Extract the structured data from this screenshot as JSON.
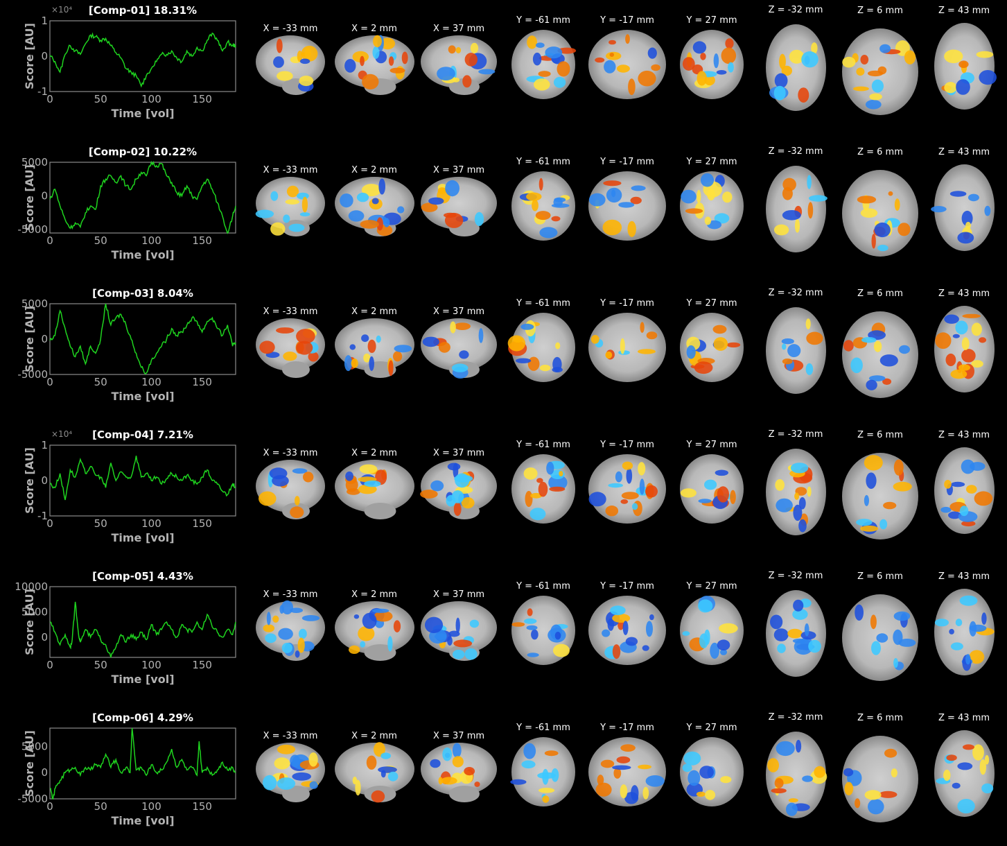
{
  "colors": {
    "background": "#000000",
    "timeseries_line": "#1fd41f",
    "axes": "#8c8c8c",
    "axis_text": "#b3b3b3",
    "activation_positive": [
      "#e6460a",
      "#f07800",
      "#ffb400",
      "#ffe23c"
    ],
    "activation_negative": [
      "#1e50dc",
      "#2e86f0",
      "#3cc8ff"
    ],
    "brain_gray": "#b8b8b8"
  },
  "axis_labels": {
    "ylabel": "Score [AU]",
    "xlabel": "Time [vol]"
  },
  "slice_labels": [
    "X = -33 mm",
    "X = 2 mm",
    "X = 37 mm",
    "Y = -61 mm",
    "Y = -17 mm",
    "Y = 27 mm",
    "Z = -32 mm",
    "Z = 6 mm",
    "Z = 43 mm"
  ],
  "slice_views": [
    "sagittal",
    "sagittal",
    "sagittal",
    "coronal",
    "coronal",
    "coronal",
    "axial",
    "axial",
    "axial"
  ],
  "chart_data": [
    {
      "type": "line",
      "title": "[Comp-01] 18.31%",
      "xlabel": "Time [vol]",
      "ylabel": "Score [AU]",
      "exponent_label": "×10⁴",
      "xlim": [
        0,
        183
      ],
      "ylim": [
        -1,
        1
      ],
      "xticks": [
        "0",
        "50",
        "100",
        "150"
      ],
      "yticks": [
        "-1",
        "0",
        "1"
      ],
      "series": [
        {
          "x": [
            0,
            5,
            10,
            15,
            20,
            25,
            30,
            35,
            40,
            45,
            50,
            55,
            60,
            65,
            70,
            75,
            80,
            85,
            90,
            95,
            100,
            105,
            110,
            115,
            120,
            125,
            130,
            135,
            140,
            145,
            150,
            155,
            160,
            165,
            170,
            175,
            180,
            183
          ],
          "y": [
            0.02,
            -0.15,
            -0.45,
            0.05,
            0.3,
            0.15,
            0.05,
            0.35,
            0.6,
            0.55,
            0.45,
            0.5,
            0.3,
            0.1,
            -0.05,
            -0.35,
            -0.45,
            -0.55,
            -0.85,
            -0.55,
            -0.35,
            -0.15,
            0.05,
            0.05,
            0.15,
            -0.05,
            -0.15,
            0.15,
            0.0,
            0.25,
            0.15,
            0.45,
            0.65,
            0.45,
            0.15,
            0.4,
            0.3,
            0.3
          ]
        }
      ]
    },
    {
      "type": "line",
      "title": "[Comp-02] 10.22%",
      "xlabel": "Time [vol]",
      "ylabel": "Score [AU]",
      "xlim": [
        0,
        183
      ],
      "ylim": [
        -5500,
        5000
      ],
      "xticks": [
        "0",
        "50",
        "100",
        "150"
      ],
      "yticks": [
        "-5000",
        "0",
        "5000"
      ],
      "series": [
        {
          "x": [
            0,
            5,
            10,
            15,
            20,
            25,
            30,
            35,
            40,
            45,
            50,
            55,
            60,
            65,
            70,
            75,
            80,
            85,
            90,
            95,
            100,
            105,
            110,
            115,
            120,
            125,
            130,
            135,
            140,
            145,
            150,
            155,
            160,
            165,
            170,
            175,
            180,
            183
          ],
          "y": [
            -500,
            1000,
            -1500,
            -3500,
            -4800,
            -4000,
            -4600,
            -2500,
            -1500,
            -2000,
            1500,
            2500,
            3000,
            2000,
            3000,
            1500,
            1000,
            2500,
            3500,
            3000,
            5000,
            4500,
            4800,
            3000,
            2000,
            500,
            0,
            1500,
            0,
            -500,
            1500,
            2500,
            1000,
            -1000,
            -3000,
            -5500,
            -3000,
            -1500
          ]
        }
      ]
    },
    {
      "type": "line",
      "title": "[Comp-03] 8.04%",
      "xlabel": "Time [vol]",
      "ylabel": "Score [AU]",
      "xlim": [
        0,
        183
      ],
      "ylim": [
        -5000,
        5000
      ],
      "xticks": [
        "0",
        "50",
        "100",
        "150"
      ],
      "yticks": [
        "-5000",
        "0",
        "5000"
      ],
      "series": [
        {
          "x": [
            0,
            5,
            10,
            15,
            20,
            25,
            30,
            35,
            40,
            45,
            50,
            55,
            60,
            65,
            70,
            75,
            80,
            85,
            90,
            95,
            100,
            105,
            110,
            115,
            120,
            125,
            130,
            135,
            140,
            145,
            150,
            155,
            160,
            165,
            170,
            175,
            180,
            183
          ],
          "y": [
            -200,
            500,
            4000,
            1500,
            -1000,
            -2500,
            -1000,
            -3500,
            -1000,
            -2000,
            0,
            5000,
            2000,
            3000,
            3500,
            2000,
            0,
            -2000,
            -4000,
            -4800,
            -3000,
            -2000,
            -1000,
            0,
            1500,
            500,
            1000,
            2000,
            3000,
            2500,
            1000,
            2500,
            3000,
            1500,
            500,
            2000,
            -1000,
            -500
          ]
        }
      ]
    },
    {
      "type": "line",
      "title": "[Comp-04] 7.21%",
      "xlabel": "Time [vol]",
      "ylabel": "Score [AU]",
      "exponent_label": "×10⁴",
      "xlim": [
        0,
        183
      ],
      "ylim": [
        -1,
        1
      ],
      "xticks": [
        "0",
        "50",
        "100",
        "150"
      ],
      "yticks": [
        "-1",
        "0",
        "1"
      ],
      "series": [
        {
          "x": [
            0,
            5,
            10,
            15,
            20,
            25,
            30,
            35,
            40,
            45,
            50,
            55,
            60,
            65,
            70,
            75,
            80,
            85,
            90,
            95,
            100,
            105,
            110,
            115,
            120,
            125,
            130,
            135,
            140,
            145,
            150,
            155,
            160,
            165,
            170,
            175,
            180,
            183
          ],
          "y": [
            -0.1,
            -0.2,
            0.2,
            -0.55,
            0.3,
            0.1,
            0.6,
            0.2,
            0.4,
            0.15,
            0.1,
            -0.2,
            0.5,
            0.0,
            0.25,
            0.1,
            0.1,
            0.7,
            0.1,
            0.2,
            0.0,
            0.1,
            -0.1,
            0.05,
            0.2,
            0.1,
            0.0,
            0.15,
            0.0,
            -0.1,
            0.1,
            0.3,
            0.0,
            -0.1,
            -0.3,
            -0.4,
            -0.1,
            -0.2
          ]
        }
      ]
    },
    {
      "type": "line",
      "title": "[Comp-05] 4.43%",
      "xlabel": "Time [vol]",
      "ylabel": "Score [AU]",
      "xlim": [
        0,
        183
      ],
      "ylim": [
        -4000,
        10000
      ],
      "xticks": [
        "0",
        "50",
        "100",
        "150"
      ],
      "yticks": [
        "0",
        "5000",
        "10000"
      ],
      "series": [
        {
          "x": [
            0,
            5,
            10,
            15,
            20,
            22,
            25,
            28,
            30,
            35,
            40,
            45,
            50,
            55,
            60,
            65,
            70,
            75,
            80,
            85,
            90,
            95,
            100,
            105,
            110,
            115,
            120,
            125,
            130,
            135,
            140,
            145,
            150,
            155,
            160,
            165,
            170,
            175,
            180,
            183
          ],
          "y": [
            3000,
            1000,
            -1500,
            500,
            -2000,
            -500,
            7000,
            1000,
            -1000,
            1500,
            0,
            1500,
            -500,
            -1500,
            -4000,
            -2000,
            500,
            -1000,
            500,
            -500,
            1000,
            -500,
            2500,
            500,
            1500,
            3000,
            1500,
            0,
            2500,
            1500,
            1000,
            3000,
            1500,
            4500,
            2000,
            1000,
            0,
            1500,
            500,
            3000
          ]
        }
      ]
    },
    {
      "type": "line",
      "title": "[Comp-06] 4.29%",
      "xlabel": "Time [vol]",
      "ylabel": "Score [AU]",
      "xlim": [
        0,
        183
      ],
      "ylim": [
        -5000,
        8500
      ],
      "xticks": [
        "0",
        "50",
        "100",
        "150"
      ],
      "yticks": [
        "-5000",
        "0",
        "5000"
      ],
      "series": [
        {
          "x": [
            0,
            3,
            6,
            10,
            15,
            20,
            25,
            30,
            35,
            40,
            45,
            50,
            55,
            60,
            65,
            70,
            75,
            79,
            81,
            85,
            90,
            95,
            100,
            105,
            110,
            115,
            120,
            125,
            130,
            135,
            140,
            145,
            147,
            150,
            155,
            160,
            165,
            170,
            175,
            180,
            183
          ],
          "y": [
            -3000,
            -5000,
            -2500,
            -1500,
            0,
            500,
            1000,
            -500,
            1000,
            500,
            1500,
            1000,
            3500,
            1000,
            2500,
            0,
            1000,
            0,
            8500,
            500,
            1000,
            -500,
            1500,
            0,
            500,
            2000,
            4500,
            1000,
            2500,
            500,
            1000,
            -500,
            6000,
            0,
            1000,
            -500,
            500,
            2000,
            500,
            1000,
            0
          ]
        }
      ]
    }
  ]
}
